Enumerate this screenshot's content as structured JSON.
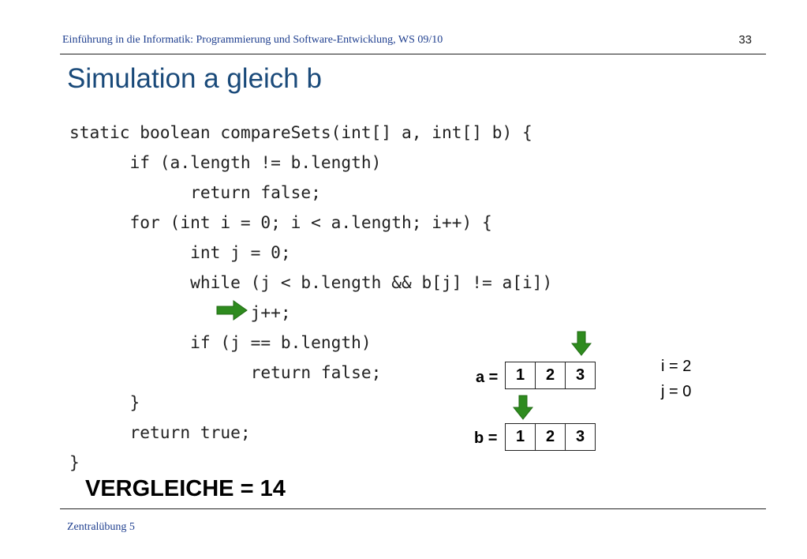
{
  "header": {
    "course": "Einführung in die Informatik: Programmierung und Software-Entwicklung, WS 09/10",
    "page": "33"
  },
  "title": "Simulation a gleich b",
  "code": [
    "static boolean compareSets(int[] a, int[] b) {",
    "      if (a.length != b.length)",
    "            return false;",
    "      for (int i = 0; i < a.length; i++) {",
    "            int j = 0;",
    "            while (j < b.length && b[j] != a[i])",
    "                  j++;",
    "            if (j == b.length)",
    "                  return false;",
    "      }",
    "      return true;",
    "}"
  ],
  "arrays": {
    "a": {
      "label": "a =",
      "values": [
        "1",
        "2",
        "3"
      ],
      "pointer_index": 2
    },
    "b": {
      "label": "b =",
      "values": [
        "1",
        "2",
        "3"
      ],
      "pointer_index": 0
    }
  },
  "variables": [
    "i = 2",
    "j = 0"
  ],
  "counter": "VERGLEICHE = 14",
  "footer": "Zentralübung 5",
  "colors": {
    "arrow_green": "#2e8b1e",
    "title_blue": "#1a4a7a",
    "header_blue": "#1f3f8f"
  }
}
